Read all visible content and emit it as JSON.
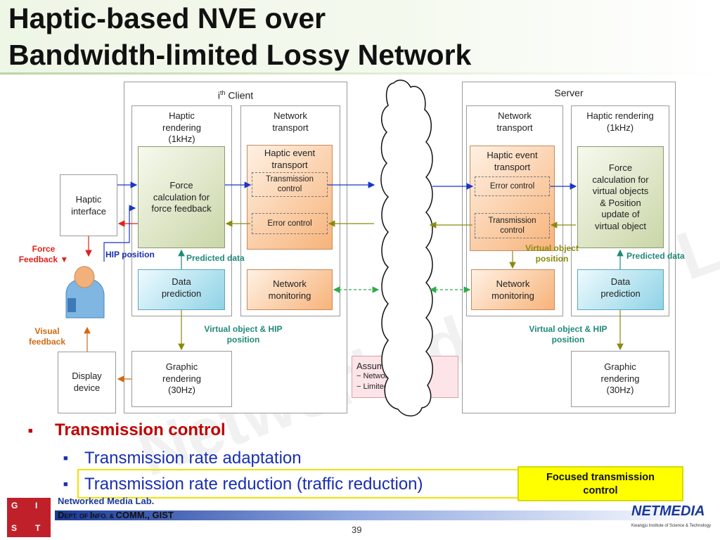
{
  "slide": {
    "title_line1": "Haptic-based NVE over",
    "title_line2": "Bandwidth-limited Lossy Network",
    "page_number": "39"
  },
  "client": {
    "header_prefix": "i",
    "header_sup": "th",
    "header_suffix": " Client",
    "haptic_rendering": [
      "Haptic",
      "rendering",
      "(1kHz)"
    ],
    "network_transport": [
      "Network",
      "transport"
    ],
    "force_calc": [
      "Force",
      "calculation for",
      "force feedback"
    ],
    "haptic_event_transport": [
      "Haptic event",
      "transport"
    ],
    "transmission_control": [
      "Transmission",
      "control"
    ],
    "error_control": "Error control",
    "data_prediction": [
      "Data",
      "prediction"
    ],
    "network_monitoring": [
      "Network",
      "monitoring"
    ],
    "graphic_rendering": [
      "Graphic",
      "rendering",
      "(30Hz)"
    ],
    "haptic_interface": [
      "Haptic",
      "interface"
    ],
    "display_device": [
      "Display",
      "device"
    ]
  },
  "server": {
    "header": "Server",
    "network_transport": [
      "Network",
      "transport"
    ],
    "haptic_rendering": [
      "Haptic  rendering",
      "(1kHz)"
    ],
    "haptic_event_transport": [
      "Haptic event",
      "transport"
    ],
    "error_control": "Error control",
    "transmission_control": [
      "Transmission",
      "control"
    ],
    "force_calc": [
      "Force",
      "calculation for",
      "virtual objects",
      "& Position",
      "update of",
      "virtual object"
    ],
    "network_monitoring": [
      "Network",
      "monitoring"
    ],
    "data_prediction": [
      "Data",
      "prediction"
    ],
    "graphic_rendering": [
      "Graphic",
      "rendering",
      "(30Hz)"
    ]
  },
  "assumptions": {
    "title": "Assumptions",
    "items": [
      "− Network unreliability",
      "− Limited bandwidth"
    ]
  },
  "annotations": {
    "force_feedback": [
      "Force",
      "Feedback"
    ],
    "hip_position": "HIP position",
    "predicted_data_client": "Predicted data",
    "predicted_data_server": "Predicted data",
    "virtual_object_position": [
      "Virtual object",
      "position"
    ],
    "visual_feedback": [
      "Visual",
      "feedback"
    ],
    "vo_hip_client": [
      "Virtual object & HIP",
      "position"
    ],
    "vo_hip_server": [
      "Virtual object & HIP",
      "position"
    ]
  },
  "bullets": {
    "main": "Transmission control",
    "sub1": "Transmission rate adaptation",
    "sub2": "Transmission rate reduction (traffic reduction)"
  },
  "callout": [
    "Focused transmission",
    "control"
  ],
  "footer": {
    "lab": "Networked Media Lab.",
    "dept_html_parts": [
      "D",
      "EPT. OF ",
      "I",
      "NFO. & ",
      "C",
      "OMM., GIST"
    ],
    "logo_gist": [
      "G",
      "I",
      "S",
      "T"
    ],
    "netmedia_logo": "NETMEDIA",
    "netmedia_sub": "Kwangju Institute of Science & Technology"
  },
  "colors": {
    "title_band": "#eef6e6",
    "bullet_main": "#c00000",
    "bullet_sub": "#1a2fb0",
    "callout": "#ffff00",
    "footer_bar": "#1a3a9a"
  }
}
